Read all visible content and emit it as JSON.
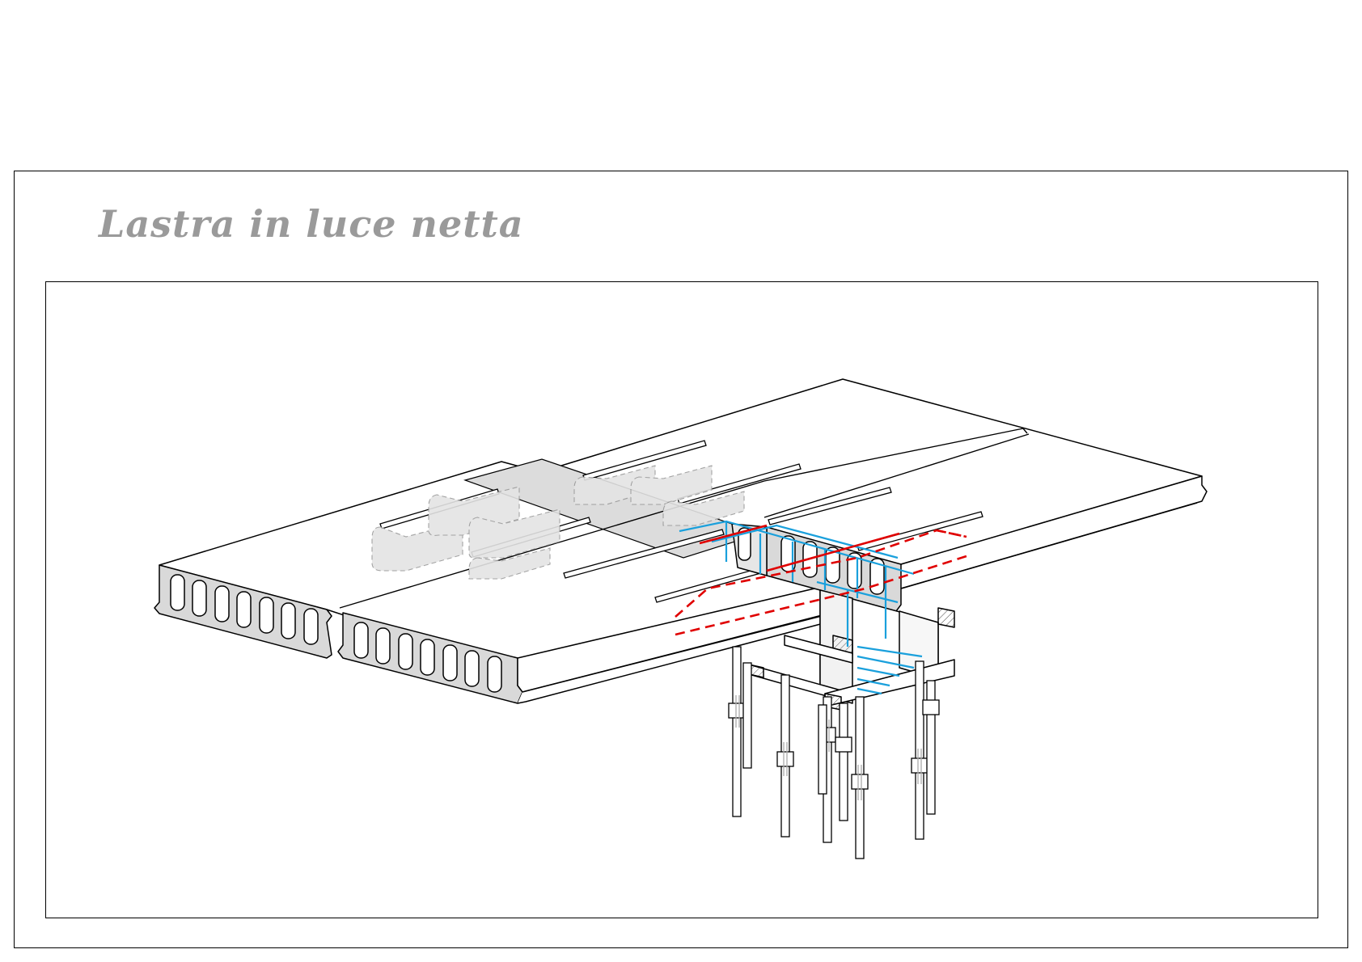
{
  "page": {
    "title": "Lastra in luce netta"
  },
  "colors": {
    "title": "#9a9a9a",
    "line": "#000000",
    "slab_face": "#d9d9d9",
    "casting_band": "#dcdcdc",
    "ghost": "#c8c8c8",
    "reinforcement": "#1aa0dc",
    "cut_line": "#e00000"
  },
  "icons": [
    "hollow-core-slab",
    "shoring-prop",
    "formwork-beam"
  ]
}
